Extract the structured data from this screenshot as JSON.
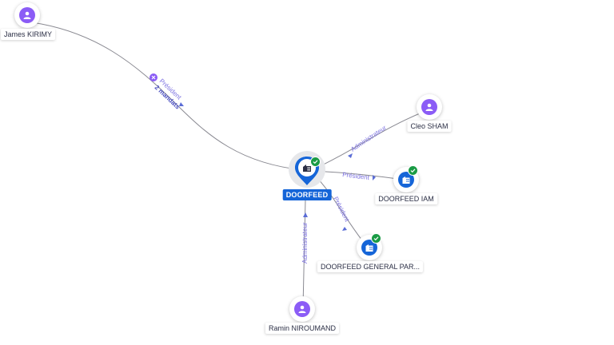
{
  "nodes": {
    "james": {
      "name": "James KIRIMY",
      "type": "person"
    },
    "cleo": {
      "name": "Cleo SHAM",
      "type": "person"
    },
    "doorfeed": {
      "name": "DOORFEED",
      "type": "company",
      "verified": true
    },
    "doorfeed_iam": {
      "name": "DOORFEED IAM",
      "type": "company",
      "verified": true
    },
    "doorfeed_gp": {
      "name": "DOORFEED GENERAL PAR...",
      "type": "company",
      "verified": true
    },
    "ramin": {
      "name": "Ramin NIROUMAND",
      "type": "person"
    }
  },
  "edges": {
    "james_doorfeed": {
      "role": "Président",
      "extra": "2 mandats"
    },
    "cleo_doorfeed": {
      "role": "Administrateur"
    },
    "doorfeed_iam": {
      "role": "Président"
    },
    "doorfeed_gp": {
      "role": "Président"
    },
    "ramin_doorfeed": {
      "role": "Administrateur"
    }
  },
  "colors": {
    "person": "#8b5cf6",
    "company": "#1565d8",
    "verified": "#1a9b45",
    "edge": "#8a8a92",
    "edge_label": "#7a6fe0",
    "removed_marker": "#8b5cf6"
  },
  "icons": {
    "person": "person-icon",
    "company": "building-icon",
    "verified": "check-icon",
    "removed": "close-icon"
  }
}
